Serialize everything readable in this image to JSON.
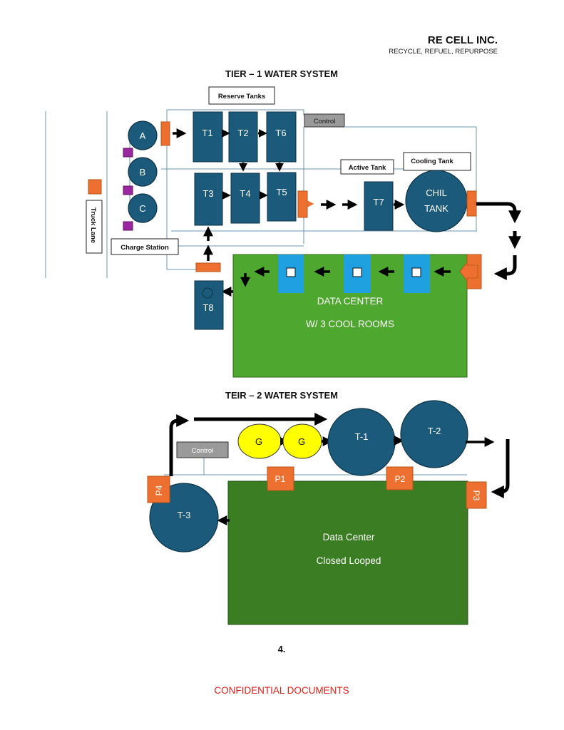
{
  "header": {
    "company": "RE CELL INC.",
    "tagline": "RECYCLE, REFUEL, REPURPOSE"
  },
  "tier1": {
    "title": "TIER – 1 WATER SYSTEM",
    "reserve_tanks_label": "Reserve Tanks",
    "control_label": "Control",
    "active_tank_label": "Active Tank",
    "cooling_tank_label": "Cooling Tank",
    "charge_station_label": "Charge Station",
    "truck_lane_label": "Truck Lane",
    "storage": [
      "A",
      "B",
      "C"
    ],
    "tanks": [
      "T1",
      "T2",
      "T6",
      "T3",
      "T4",
      "T5",
      "T7",
      "T8"
    ],
    "chill_tank": [
      "CHIL",
      "TANK"
    ],
    "data_center": [
      "DATA CENTER",
      "W/ 3 COOL ROOMS"
    ]
  },
  "tier2": {
    "title": "TEIR – 2 WATER SYSTEM",
    "control_label": "Control",
    "generators": [
      "G",
      "G"
    ],
    "tanks": [
      "T-1",
      "T-2",
      "T-3"
    ],
    "pumps": [
      "P1",
      "P2",
      "P3",
      "P4"
    ],
    "data_center": [
      "Data Center",
      "Closed Looped"
    ]
  },
  "footer": {
    "page_number": "4.",
    "confidential": "CONFIDENTIAL DOCUMENTS"
  },
  "colors": {
    "tank_blue": "#1b5a7a",
    "pump_orange": "#ed7030",
    "valve_purple": "#9b27a0",
    "data_center_green_1": "#4ea72e",
    "data_center_green_2": "#3a7d23",
    "cool_room_blue": "#1fa0e0",
    "generator_yellow": "#ffff00",
    "control_gray": "#9a9a9a",
    "confidential_red": "#e0201b"
  }
}
